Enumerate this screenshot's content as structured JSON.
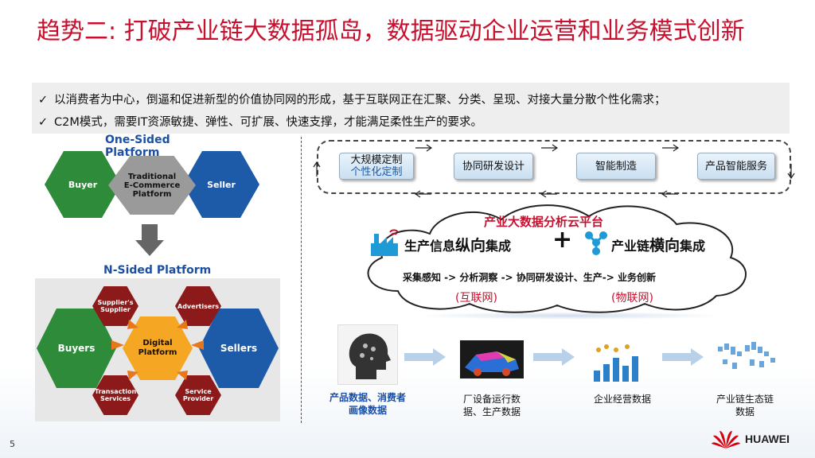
{
  "slide": {
    "title": "趋势二: 打破产业链大数据孤岛，数据驱动企业运营和业务模式创新",
    "bullets": [
      "以消费者为中心，倒逼和促进新型的价值协同网的形成，基于互联网正在汇聚、分类、呈现、对接大量分散个性化需求；",
      "C2M模式，需要IT资源敏捷、弹性、可扩展、快速支撑，才能满足柔性生产的要求。"
    ],
    "check_icon": "check-icon",
    "page_number": "5",
    "brand": "HUAWEI"
  },
  "left": {
    "one_sided_label_1": "One-Sided",
    "one_sided_label_2": "Platform",
    "one_buyer": "Buyer",
    "one_center_1": "Traditional",
    "one_center_2": "E-Commerce",
    "one_center_3": "Platform",
    "one_seller": "Seller",
    "n_sided_label": "N-Sided Platform",
    "n_suppliers_1": "Supplier's",
    "n_suppliers_2": "Supplier",
    "n_advertisers": "Advertisers",
    "n_buyers": "Buyers",
    "n_digital_1": "Digital",
    "n_digital_2": "Platform",
    "n_sellers": "Sellers",
    "n_transaction_1": "Transaction",
    "n_transaction_2": "Services",
    "n_service_1": "Service",
    "n_service_2": "Provider",
    "colors": {
      "green": "#2e8b3a",
      "blue": "#1d5aa8",
      "gray": "#9a9a9a",
      "orange": "#f5a623",
      "maroon": "#8c1a1a"
    }
  },
  "right": {
    "stages": [
      {
        "line1": "大规模定制",
        "line2": "个性化定制"
      },
      {
        "line1": "协同研发设计",
        "line2": ""
      },
      {
        "line1": "智能制造",
        "line2": ""
      },
      {
        "line1": "产品智能服务",
        "line2": ""
      }
    ],
    "cloud_title": "产业大数据分析云平台",
    "vertical_pre": "生产信息",
    "vertical_em": "纵向",
    "vertical_post": "集成",
    "plus": "+",
    "horizontal_pre": "产业链",
    "horizontal_em": "横向",
    "horizontal_post": "集成",
    "flow_line": "采集感知 -> 分析洞察 -> 协同研发设计、生产-> 业务创新",
    "internet_label": "(互联网)",
    "iot_label": "(物联网)",
    "flow_items": [
      {
        "line1": "产品数据、消费者",
        "line2": "画像数据"
      },
      {
        "line1": "厂设备运行数",
        "line2": "据、生产数据"
      },
      {
        "line1": "企业经营数据",
        "line2": ""
      },
      {
        "line1": "产业链生态链",
        "line2": "数据"
      }
    ]
  }
}
